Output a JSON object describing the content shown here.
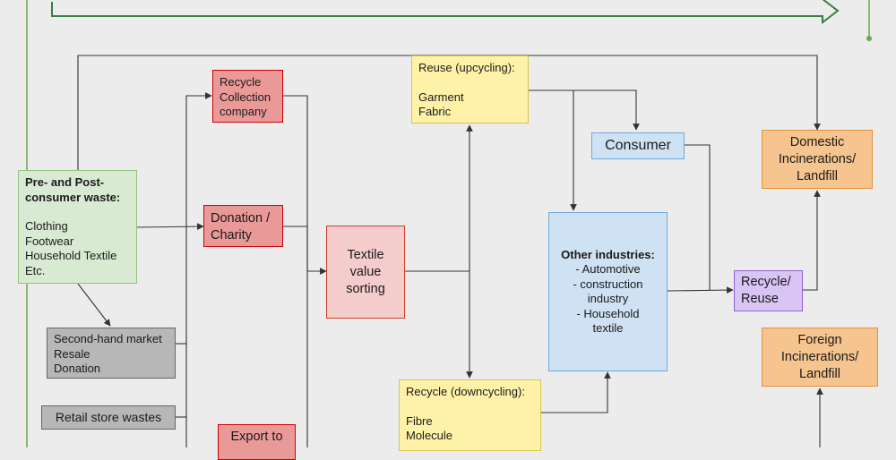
{
  "boxes": {
    "pre_post_consumer_waste": {
      "title_lines": [
        "Pre- and Post-",
        "consumer waste:"
      ],
      "items": [
        "Clothing",
        "Footwear",
        "Household Textile",
        "Etc."
      ]
    },
    "recycle_collection_company": {
      "lines": [
        "Recycle",
        "Collection",
        "company"
      ]
    },
    "donation_charity": {
      "lines": [
        "Donation /",
        "Charity"
      ]
    },
    "textile_value_sorting": {
      "lines": [
        "Textile",
        "value",
        "sorting"
      ]
    },
    "reuse_upcycling": {
      "title": "Reuse (upcycling):",
      "items": [
        "Garment",
        "Fabric"
      ]
    },
    "consumer": {
      "label": "Consumer"
    },
    "domestic_incinerations_landfill": {
      "lines": [
        "Domestic",
        "Incinerations/",
        "Landfill"
      ]
    },
    "other_industries": {
      "title": "Other industries:",
      "items": [
        "- Automotive",
        "- construction",
        "industry",
        "- Household",
        "textile"
      ]
    },
    "recycle_reuse": {
      "lines": [
        "Recycle/",
        "Reuse"
      ]
    },
    "foreign_incinerations_landfill": {
      "lines": [
        "Foreign",
        "Incinerations/",
        "Landfill"
      ]
    },
    "second_hand_market": {
      "lines": [
        "Second-hand market",
        "Resale",
        "Donation"
      ]
    },
    "retail_store_wastes": {
      "label": "Retail store wastes"
    },
    "recycle_downcycling": {
      "title": "Recycle (downcycling):",
      "items": [
        "Fibre",
        "Molecule"
      ]
    },
    "export_to": {
      "label": "Export to"
    }
  },
  "colors": {
    "arrow_line": "#333333",
    "timeline_green": "#3a7d44",
    "side_green": "#6aa84f"
  }
}
